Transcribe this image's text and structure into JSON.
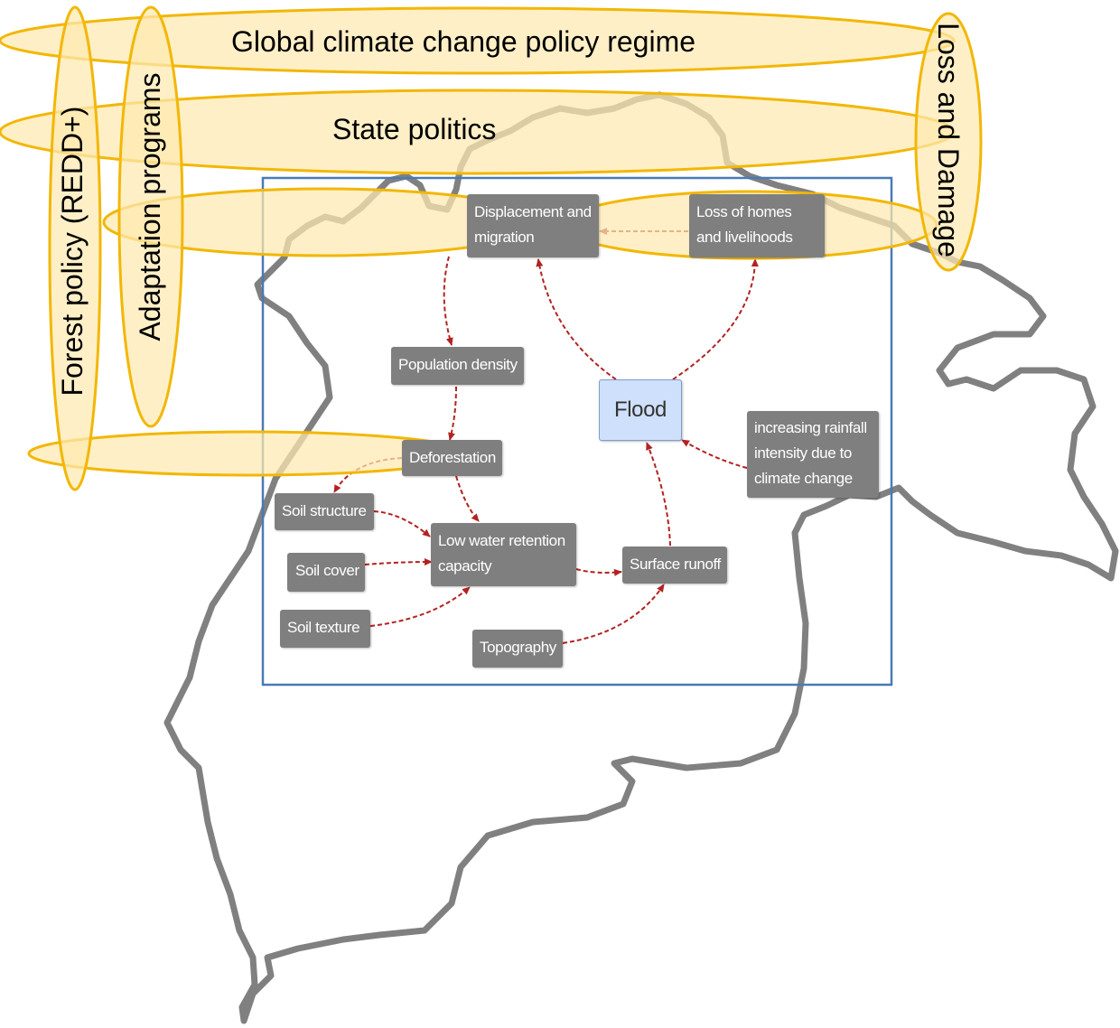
{
  "policy_levels": {
    "global": "Global climate change policy regime",
    "state": "State politics",
    "forest": "Forest policy (REDD+)",
    "adaptation": "Adaptation programs",
    "loss_damage": "Loss and Damage"
  },
  "nodes": {
    "displacement": "Displacement and migration",
    "loss_homes": "Loss of homes and livelihoods",
    "population": "Population density",
    "flood": "Flood",
    "deforestation": "Deforestation",
    "rainfall": "increasing rainfall intensity due to climate change",
    "soil_structure": "Soil structure",
    "low_water": "Low water retention capacity",
    "soil_cover": "Soil cover",
    "surface_runoff": "Surface runoff",
    "soil_texture": "Soil texture",
    "topography": "Topography"
  },
  "colors": {
    "ellipse_fill": "#fde9b0",
    "ellipse_stroke": "#f2b705",
    "box_border": "#4a7ab5",
    "map_outline": "#808080",
    "arrow": "#b22222",
    "node_fill": "#7f7f7f",
    "flood_fill": "#cfe0fc"
  }
}
